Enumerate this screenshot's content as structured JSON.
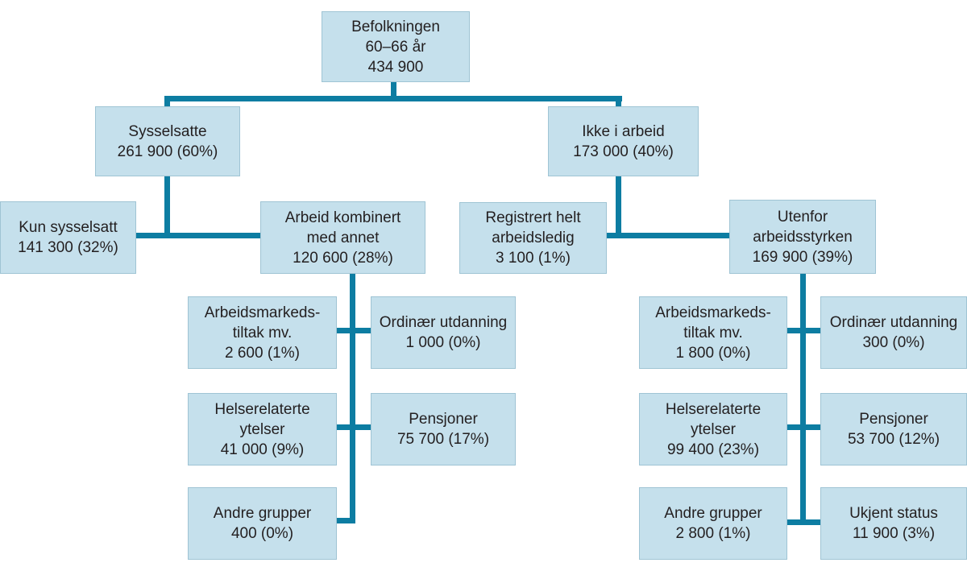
{
  "diagram": {
    "type": "organization-tree",
    "description_visible_text_only": true
  },
  "colors": {
    "box_fill": "#c5e0ec",
    "box_border": "#9fc4d4",
    "connector": "#0d7da2",
    "text": "#231f20",
    "background": "#ffffff"
  },
  "nodes": {
    "befolkningen": {
      "lines": [
        "Befolkningen",
        "60–66 år",
        "434 900"
      ]
    },
    "sysselsatte": {
      "lines": [
        "Sysselsatte",
        "261 900 (60%)"
      ]
    },
    "ikke_i_arbeid": {
      "lines": [
        "Ikke i arbeid",
        "173 000 (40%)"
      ]
    },
    "kun_sysselsatt": {
      "lines": [
        "Kun sysselsatt",
        "141 300 (32%)"
      ]
    },
    "arbeid_kombinert": {
      "lines": [
        "Arbeid kombinert",
        "med annet",
        "120 600 (28%)"
      ]
    },
    "registrert_arbeidsledig": {
      "lines": [
        "Registrert helt",
        "arbeidsledig",
        "3 100 (1%)"
      ]
    },
    "utenfor_arbeidsstyrken": {
      "lines": [
        "Utenfor",
        "arbeidsstyrken",
        "169 900 (39%)"
      ]
    },
    "arbeidsmarkedstiltak_left": {
      "lines": [
        "Arbeidsmarkeds-",
        "tiltak mv.",
        "2 600 (1%)"
      ]
    },
    "ordinaer_utdanning_left": {
      "lines": [
        "Ordinær utdanning",
        "1 000 (0%)"
      ]
    },
    "helserelaterte_left": {
      "lines": [
        "Helserelaterte",
        "ytelser",
        "41 000 (9%)"
      ]
    },
    "pensjoner_left": {
      "lines": [
        "Pensjoner",
        "75 700 (17%)"
      ]
    },
    "andre_grupper_left": {
      "lines": [
        "Andre grupper",
        "400 (0%)"
      ]
    },
    "arbeidsmarkedstiltak_right": {
      "lines": [
        "Arbeidsmarkeds-",
        "tiltak mv.",
        "1 800 (0%)"
      ]
    },
    "ordinaer_utdanning_right": {
      "lines": [
        "Ordinær utdanning",
        "300 (0%)"
      ]
    },
    "helserelaterte_right": {
      "lines": [
        "Helserelaterte",
        "ytelser",
        "99 400 (23%)"
      ]
    },
    "pensjoner_right": {
      "lines": [
        "Pensjoner",
        "53 700 (12%)"
      ]
    },
    "andre_grupper_right": {
      "lines": [
        "Andre grupper",
        "2 800 (1%)"
      ]
    },
    "ukjent_status": {
      "lines": [
        "Ukjent status",
        "11 900 (3%)"
      ]
    }
  }
}
